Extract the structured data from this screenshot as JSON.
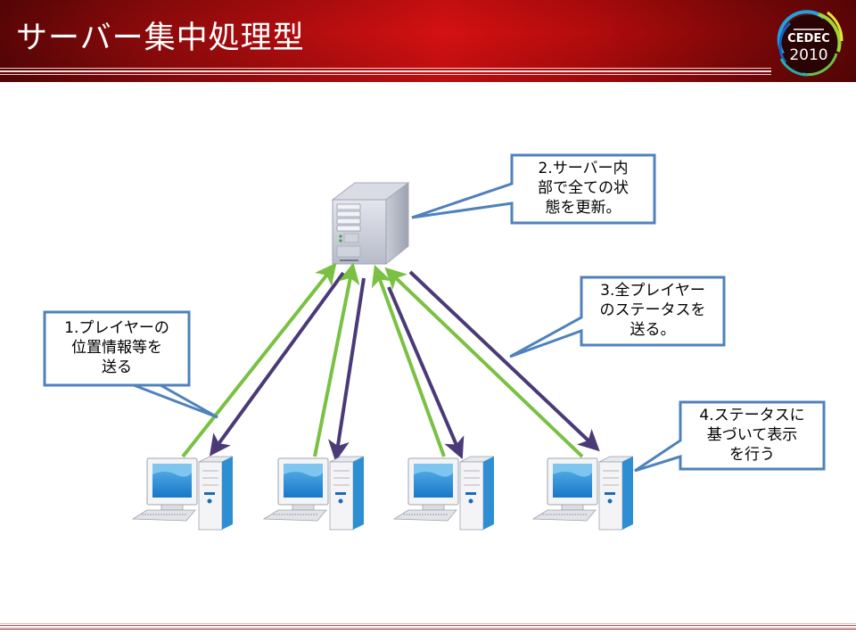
{
  "slide": {
    "title": "サーバー集中処理型",
    "logo": {
      "name": "CEDEC",
      "year": "2010"
    }
  },
  "colors": {
    "header_red": "#d41012",
    "header_dark": "#5a0506",
    "callout_border": "#4f81bd",
    "upload_arrow": "#7ac143",
    "download_arrow": "#4b3a78"
  },
  "diagram": {
    "server": {
      "icon": "server-tower-icon"
    },
    "clients": [
      {
        "icon": "desktop-pc-icon"
      },
      {
        "icon": "desktop-pc-icon"
      },
      {
        "icon": "desktop-pc-icon"
      },
      {
        "icon": "desktop-pc-icon"
      }
    ],
    "callouts": [
      {
        "step": 1,
        "lines": [
          "1.プレイヤーの",
          "位置情報等を",
          "送る"
        ]
      },
      {
        "step": 2,
        "lines": [
          "2.サーバー内",
          "部で全ての状",
          "態を更新。"
        ]
      },
      {
        "step": 3,
        "lines": [
          "3.全プレイヤー",
          "のステータスを",
          "送る。"
        ]
      },
      {
        "step": 4,
        "lines": [
          "4.ステータスに",
          "基づいて表示",
          "を行う"
        ]
      }
    ]
  }
}
